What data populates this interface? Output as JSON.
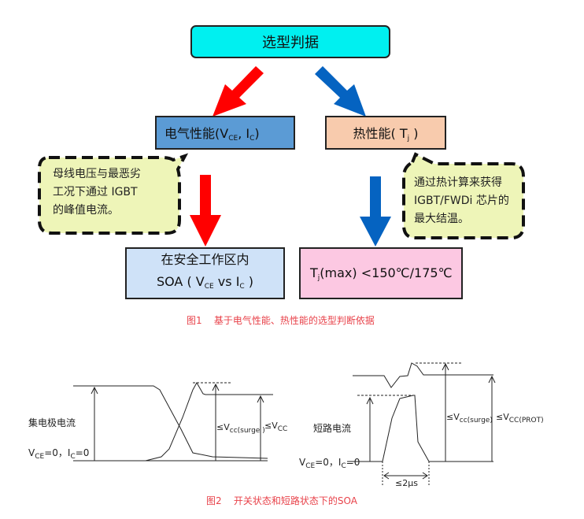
{
  "figure1": {
    "root": {
      "label": "选型判据"
    },
    "electrical": {
      "label": "电气性能(V",
      "sub1": "CE",
      "mid": ", I",
      "sub2": "C",
      "end": ")"
    },
    "thermal": {
      "label": "热性能( T",
      "sub": "j",
      "end": " )"
    },
    "callout_left": {
      "lines": [
        "母线电压与最恶劣",
        "工况下通过 IGBT",
        "的峰值电流。"
      ]
    },
    "callout_right": {
      "lines": [
        "通过热计算来获得",
        "IGBT/FWDi 芯片的",
        "最大结温。"
      ]
    },
    "soa": {
      "line1": "在安全工作区内",
      "line2_pre": "SOA ( V",
      "sub1": "CE",
      "mid": " vs I",
      "sub2": "C",
      "end": " )"
    },
    "tj_max": {
      "pre": "T",
      "sub": "j",
      "rest": "(max) <150℃/175℃"
    },
    "colors": {
      "electrical_arrow": "#ff0000",
      "thermal_arrow": "#0563c1",
      "root_fill": "#00f0f0"
    },
    "caption": "图1    基于电气性能、热性能的选型判断依据"
  },
  "figure2": {
    "left": {
      "label_current": "集电极电流",
      "label_zero_pre": "V",
      "label_zero_sub1": "CE",
      "label_zero_mid": "=0，I",
      "label_zero_sub2": "C",
      "label_zero_end": "=0",
      "vcc_surge_pre": "≤V",
      "vcc_surge_sub": "cc(surge )",
      "vcc_pre": "≤V",
      "vcc_sub": "CC"
    },
    "right": {
      "label_current": "短路电流",
      "label_zero_pre": "V",
      "label_zero_sub1": "CE",
      "label_zero_mid": "=0，I",
      "label_zero_sub2": "C",
      "label_zero_end": "=0",
      "vcc_surge_pre": "≤V",
      "vcc_surge_sub": "cc(surge)",
      "vcc_prot_pre": "≤V",
      "vcc_prot_sub": "CC(PROT)",
      "duration": "≤2μs"
    },
    "caption": "图2    开关状态和短路状态下的SOA"
  }
}
